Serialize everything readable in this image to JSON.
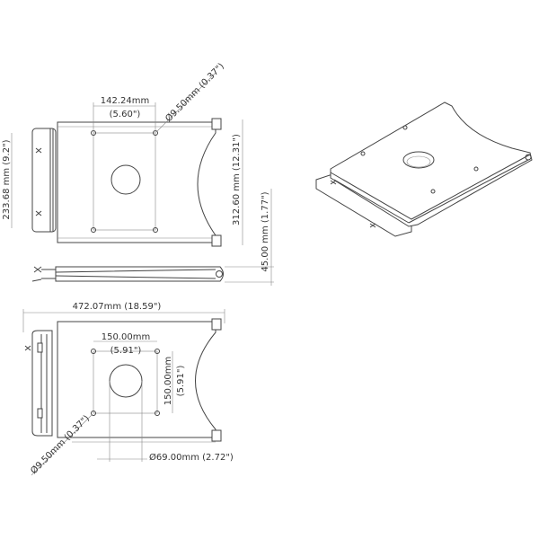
{
  "top_view": {
    "hole_spacing": "142.24mm",
    "hole_spacing_in": "(5.60\")",
    "hole_diameter": "Ø9.50mm (0.37\")",
    "clamp_length": "233.68 mm (9.2\")",
    "plate_length": "312.60 mm (12.31\")"
  },
  "side_view": {
    "height": "45.00 mm (1.77\")"
  },
  "bottom_view": {
    "overall_width": "472.07mm (18.59\")",
    "hole_spacing_h": "150.00mm",
    "hole_spacing_h_in": "(5.91\")",
    "hole_spacing_v": "150.00mm",
    "hole_spacing_v_in": "(5.91\")",
    "hole_diameter": "Ø9.50mm (0.37\")",
    "center_hole_diameter": "Ø69.00mm (2.72\")"
  },
  "colors": {
    "line": "#444444",
    "text": "#333333"
  }
}
